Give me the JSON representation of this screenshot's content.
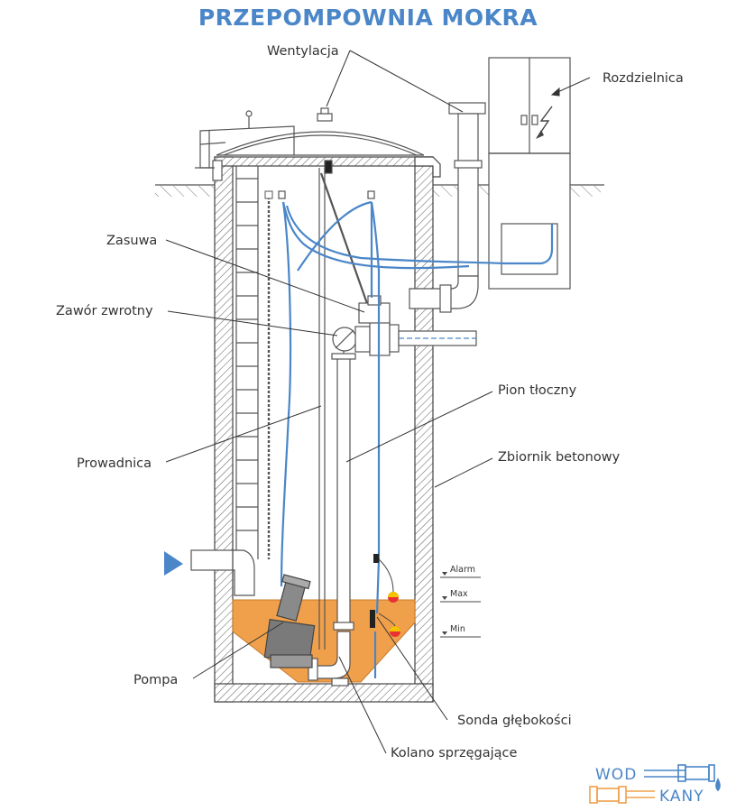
{
  "title": "PRZEPOMPOWNIA MOKRA",
  "labels": {
    "ventilation": "Wentylacja",
    "switchboard": "Rozdzielnica",
    "gate_valve": "Zasuwa",
    "check_valve": "Zawór zwrotny",
    "discharge_riser": "Pion tłoczny",
    "guide_rail": "Prowadnica",
    "concrete_tank": "Zbiornik betonowy",
    "pump": "Pompa",
    "depth_probe": "Sonda głębokości",
    "coupling_elbow": "Kolano sprzęgające"
  },
  "levels": {
    "alarm": "Alarm",
    "max": "Max",
    "min": "Min"
  },
  "logo": {
    "line1": "WOD",
    "line2": "KANY"
  },
  "colors": {
    "title": "#4a86c8",
    "cable_blue": "#4a86c8",
    "sewage": "#f0a04b",
    "logo_blue": "#4a86c8",
    "logo_orange": "#f0a04b",
    "float_red": "#e8322f",
    "float_yellow": "#f5c400",
    "outline": "#333333"
  }
}
